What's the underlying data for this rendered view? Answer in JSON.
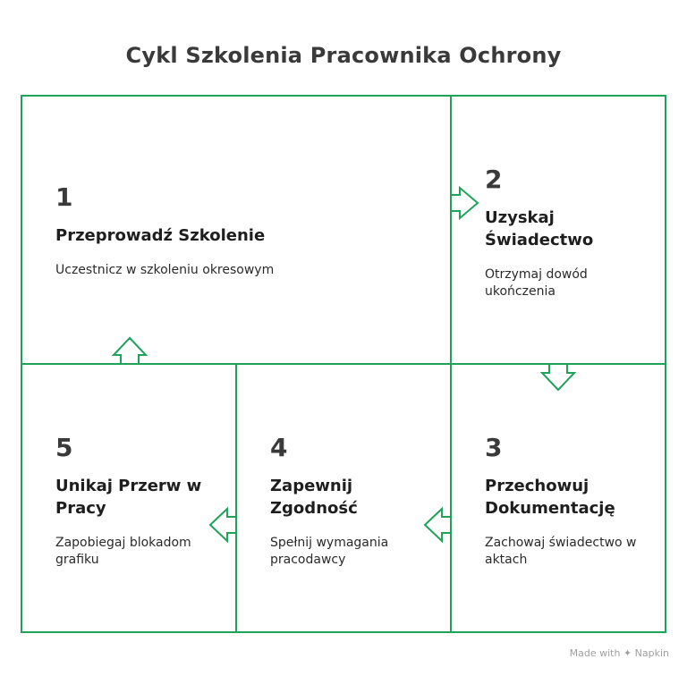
{
  "title": "Cykl Szkolenia Pracownika Ochrony",
  "accent_color": "#1fa35b",
  "steps": [
    {
      "number": "1",
      "title": "Przeprowadź Szkolenie",
      "description": "Uczestnicz w szkoleniu okresowym"
    },
    {
      "number": "2",
      "title": "Uzyskaj Świadectwo",
      "description": "Otrzymaj dowód ukończenia"
    },
    {
      "number": "3",
      "title": "Przechowuj Dokumentację",
      "description": "Zachowaj świadectwo w aktach"
    },
    {
      "number": "4",
      "title": "Zapewnij Zgodność",
      "description": "Spełnij wymagania pracodawcy"
    },
    {
      "number": "5",
      "title": "Unikaj Przerw w Pracy",
      "description": "Zapobiegaj blokadom grafiku"
    }
  ],
  "footer": "Made with ✦ Napkin"
}
